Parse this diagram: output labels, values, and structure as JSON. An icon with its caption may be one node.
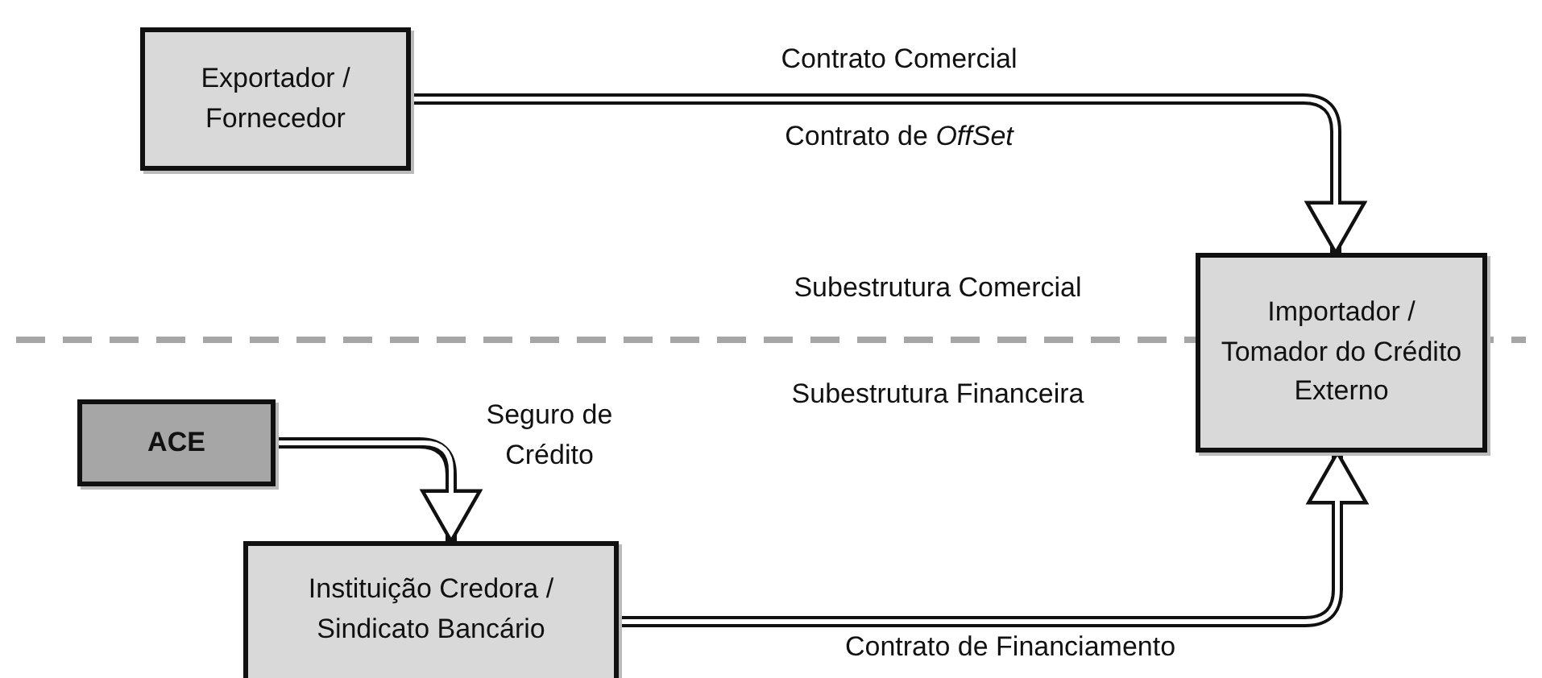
{
  "diagram": {
    "nodes": [
      {
        "text": [
          "Exportador / Fornecedor"
        ]
      },
      {
        "text": [
          "Importador / Tomador do Crédito Externo"
        ]
      },
      {
        "text": [
          "ACE"
        ]
      },
      {
        "text": [
          "Instituição Credora / Sindicato Bancário"
        ]
      }
    ],
    "edges": [
      {
        "from": 0,
        "to": 1,
        "arrow": "to",
        "label": "Contrato Comercial"
      },
      {
        "from": 2,
        "to": 3,
        "arrow": "to",
        "label": "Seguro de Crédito"
      },
      {
        "from": 3,
        "to": 1,
        "arrow": "to",
        "label": "Contrato de Financiamento"
      }
    ],
    "labels": [
      "Contrato de *OffSet*",
      "Subestrutura Comercial",
      "Subestrutura Financeira"
    ]
  }
}
